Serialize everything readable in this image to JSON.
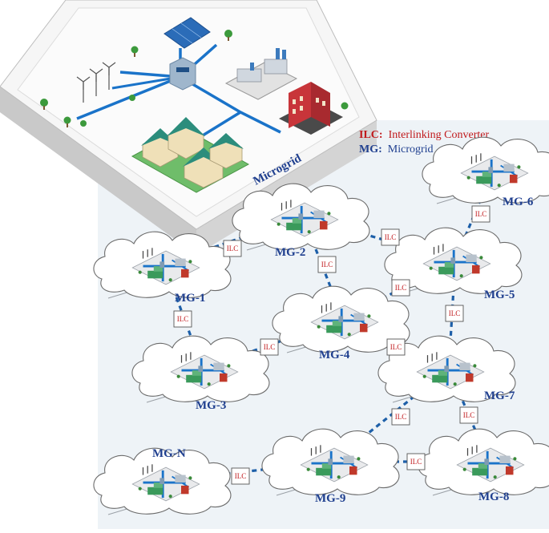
{
  "legend": {
    "ilc_key": "ILC:",
    "ilc_text": "Interlinking Converter",
    "mg_key": "MG:",
    "mg_text": "Microgrid"
  },
  "platform_label": "Microgrid",
  "nodes": {
    "mg1": "MG-1",
    "mg2": "MG-2",
    "mg3": "MG-3",
    "mg4": "MG-4",
    "mg5": "MG-5",
    "mg6": "MG-6",
    "mg7": "MG-7",
    "mg8": "MG-8",
    "mg9": "MG-9",
    "mgn": "MG-N"
  },
  "ilc_label": "ILC",
  "colors": {
    "ilc_red": "#c0181b",
    "mg_blue": "#1f3f8f",
    "link_blue": "#1d5fa8",
    "panel": "#eef3f7"
  }
}
